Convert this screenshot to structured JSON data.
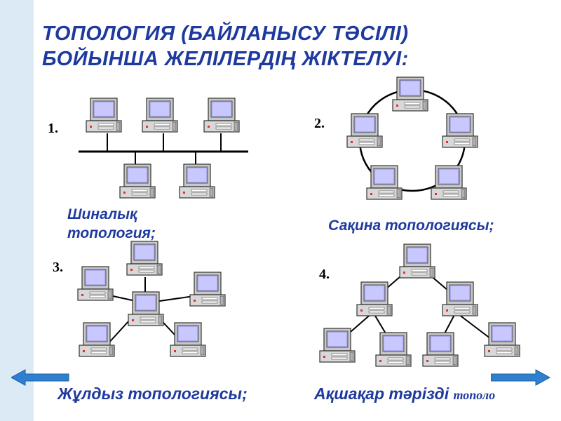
{
  "title_line1": "ТОПОЛОГИЯ (БАЙЛАНЫСУ ТӘСІЛІ)",
  "title_line2": "БОЙЫНША ЖЕЛІЛЕРДІҢ ЖІКТЕЛУІ:",
  "diagrams": [
    {
      "number": "1.",
      "caption_line1": "Шиналық",
      "caption_line2": "топология;"
    },
    {
      "number": "2.",
      "caption": "Сақина топологиясы;"
    },
    {
      "number": "3.",
      "caption": "Жұлдыз топологиясы;"
    },
    {
      "number": "4.",
      "caption": "Ақшақар тәрізді",
      "caption_tail": "тополо"
    }
  ],
  "icons": {
    "computer": "computer-icon",
    "back": "arrow-left-icon",
    "forward": "arrow-right-icon"
  },
  "colors": {
    "title": "#1f3a9e",
    "arrow": "#2f7fd0",
    "stripe": "#dbeaf4"
  }
}
